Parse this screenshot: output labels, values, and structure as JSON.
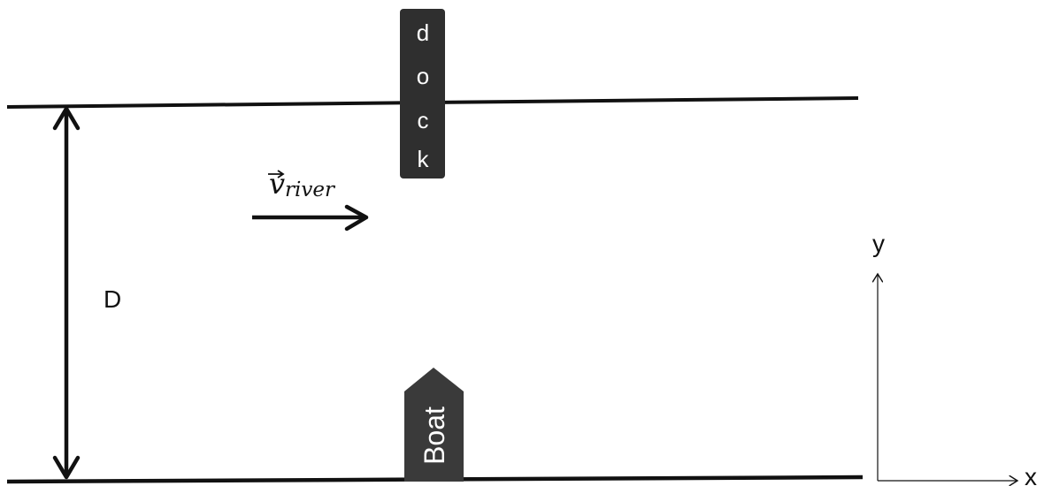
{
  "diagram": {
    "dock_letters": [
      "d",
      "o",
      "c",
      "k"
    ],
    "boat_label": "Boat",
    "river_velocity_symbol": "v",
    "river_velocity_subscript": "river",
    "distance_label": "D",
    "axis_y_label": "y",
    "axis_x_label": "x"
  },
  "colors": {
    "ink": "#111111",
    "dock_fill": "#2f2f2f",
    "boat_fill": "#3a3a3a"
  }
}
